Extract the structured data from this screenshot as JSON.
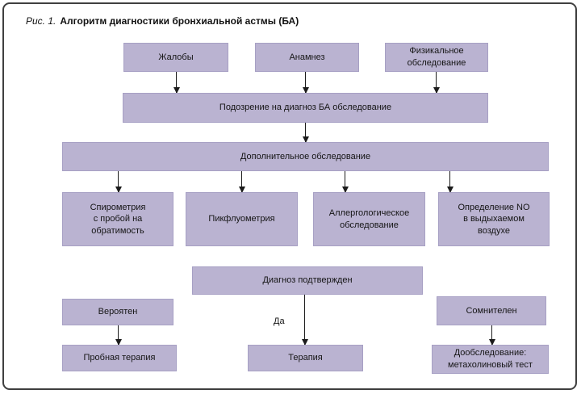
{
  "figure": {
    "title": {
      "prefix": "Рис. 1.",
      "text": "Алгоритм диагностики бронхиальной астмы (БА)"
    }
  },
  "nodes": {
    "complaints": {
      "label": "Жалобы"
    },
    "anamnesis": {
      "label": "Анамнез"
    },
    "physical_exam": {
      "label": "Физикальное\nобследование"
    },
    "suspicion": {
      "label": "Подозрение на диагноз БА обследование"
    },
    "additional_exam": {
      "label": "Дополнительное обследование"
    },
    "spirometry": {
      "label": "Спирометрия\nс пробой на\nобратимость"
    },
    "peak_flowmetry": {
      "label": "Пикфлуометрия"
    },
    "allergy_exam": {
      "label": "Аллергологическое\nобследование"
    },
    "no_measurement": {
      "label": "Определение NO\nв выдыхаемом\nвоздухе"
    },
    "diagnosis_confirmed": {
      "label": "Диагноз подтвержден"
    },
    "probable": {
      "label": "Вероятен"
    },
    "doubtful": {
      "label": "Сомнителен"
    },
    "trial_therapy": {
      "label": "Пробная терапия"
    },
    "therapy": {
      "label": "Терапия"
    },
    "follow_up_exam": {
      "label": "Дообследование:\nметахолиновый тест"
    }
  },
  "edge_labels": {
    "yes": "Да"
  },
  "colors": {
    "node_fill": "#bab3d1",
    "node_border": "#a7a0c4",
    "frame_border": "#3f3f3f",
    "arrow": "#1c1c1c",
    "background": "#ffffff",
    "text": "#151515"
  }
}
